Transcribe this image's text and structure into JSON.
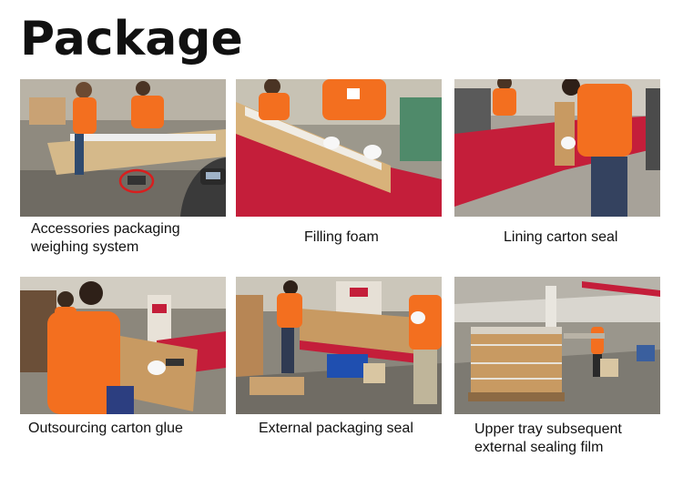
{
  "title": "Package",
  "items": [
    {
      "caption_lines": [
        "Accessories packaging",
        "weighing system"
      ]
    },
    {
      "caption_lines": [
        "Filling foam"
      ]
    },
    {
      "caption_lines": [
        "Lining carton seal"
      ]
    },
    {
      "caption_lines": [
        "Outsourcing carton glue"
      ]
    },
    {
      "caption_lines": [
        "External packaging seal"
      ]
    },
    {
      "caption_lines": [
        "Upper tray subsequent",
        "external sealing film"
      ]
    }
  ],
  "colors": {
    "worker_shirt": "#f36f1f",
    "table_red": "#c41e3a",
    "carton": "#c89a62",
    "factory_floor": "#7d7a72"
  }
}
